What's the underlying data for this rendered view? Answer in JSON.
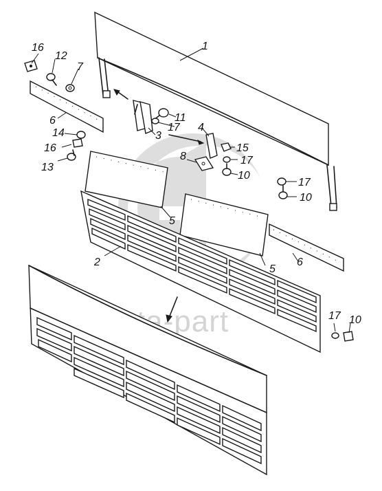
{
  "watermark": {
    "text": "data-part",
    "logo": "gb-logo"
  },
  "callouts": [
    {
      "id": "c1",
      "text": "1"
    },
    {
      "id": "c2",
      "text": "2"
    },
    {
      "id": "c3",
      "text": "3"
    },
    {
      "id": "c4",
      "text": "4"
    },
    {
      "id": "c5a",
      "text": "5"
    },
    {
      "id": "c5b",
      "text": "5"
    },
    {
      "id": "c6a",
      "text": "6"
    },
    {
      "id": "c6b",
      "text": "6"
    },
    {
      "id": "c7",
      "text": "7"
    },
    {
      "id": "c8",
      "text": "8"
    },
    {
      "id": "c10a",
      "text": "10"
    },
    {
      "id": "c10b",
      "text": "10"
    },
    {
      "id": "c10c",
      "text": "10"
    },
    {
      "id": "c11",
      "text": "11"
    },
    {
      "id": "c12",
      "text": "12"
    },
    {
      "id": "c13",
      "text": "13"
    },
    {
      "id": "c14",
      "text": "14"
    },
    {
      "id": "c15",
      "text": "15"
    },
    {
      "id": "c16a",
      "text": "16"
    },
    {
      "id": "c16b",
      "text": "16"
    },
    {
      "id": "c17a",
      "text": "17"
    },
    {
      "id": "c17b",
      "text": "17"
    },
    {
      "id": "c17c",
      "text": "17"
    },
    {
      "id": "c17d",
      "text": "17"
    }
  ]
}
